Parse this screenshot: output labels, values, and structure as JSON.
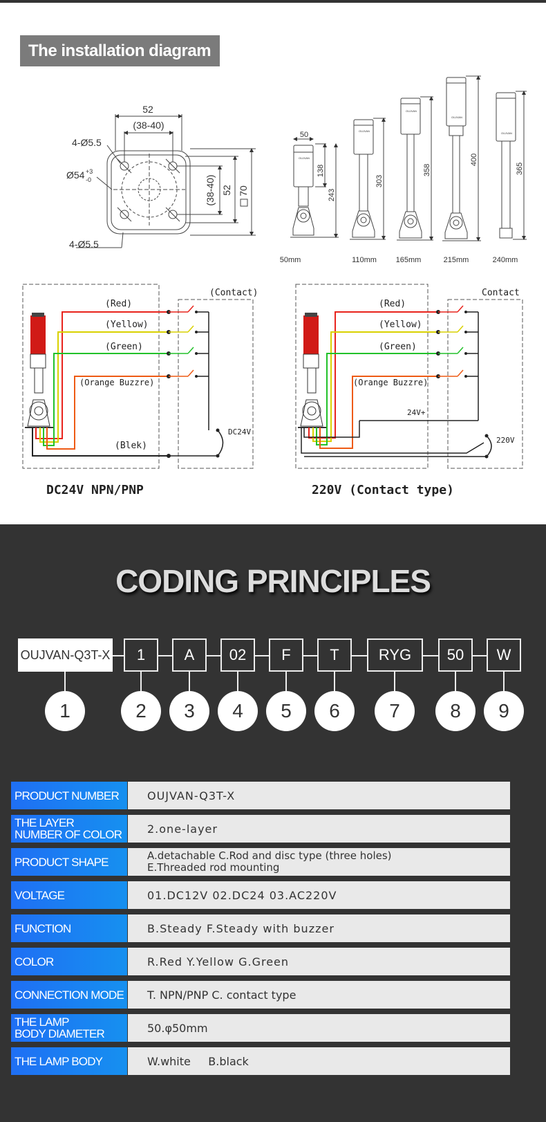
{
  "install": {
    "title": "The installation diagram",
    "base": {
      "d52": "52",
      "d3840": "(38-40)",
      "hole_top": "4-Ø5.5",
      "hole_bot": "4-Ø5.5",
      "phi": "Ø54",
      "tol_plus": "+3",
      "tol_minus": "-0",
      "side_3840": "(38-40)",
      "side_52": "52",
      "side_70": "70"
    },
    "lamps": {
      "w50": "50",
      "h138": "138",
      "h243": "243",
      "h303": "303",
      "h358": "358",
      "h400": "400",
      "h365": "365",
      "sizes": [
        "50mm",
        "110mm",
        "165mm",
        "215mm",
        "240mm"
      ]
    },
    "wiring_left": {
      "contact": "(Contact)",
      "red": "(Red)",
      "yellow": "(Yellow)",
      "green": "(Green)",
      "orange": "(Orange Buzzre)",
      "black": "(Blek)",
      "supply": "DC24V",
      "caption": "DC24V  NPN/PNP"
    },
    "wiring_right": {
      "contact": "Contact",
      "red": "(Red)",
      "yellow": "(Yellow)",
      "green": "(Green)",
      "orange": "(Orange Buzzre)",
      "plus": "24V+",
      "supply": "220V",
      "caption": "220V (Contact type)"
    }
  },
  "coding": {
    "heading": "CODING PRINCIPLES",
    "codes": [
      "OUJVAN-Q3T-X",
      "1",
      "A",
      "02",
      "F",
      "T",
      "RYG",
      "50",
      "W"
    ],
    "numbers": [
      "1",
      "2",
      "3",
      "4",
      "5",
      "6",
      "7",
      "8",
      "9"
    ]
  },
  "table": [
    {
      "label": "PRODUCT NUMBER",
      "value": "OUJVAN-Q3T-X"
    },
    {
      "label": "THE LAYER\nNUMBER OF COLOR",
      "value": "2.one-layer"
    },
    {
      "label": "PRODUCT SHAPE",
      "value": "A.detachable  C.Rod and disc type (three holes)\nE.Threaded rod mounting"
    },
    {
      "label": "VOLTAGE",
      "value": "01.DC12V  02.DC24 03.AC220V"
    },
    {
      "label": "FUNCTION",
      "value": "B.Steady F.Steady with buzzer"
    },
    {
      "label": "COLOR",
      "value": "R.Red Y.Yellow G.Green"
    },
    {
      "label": "CONNECTION MODE",
      "value": "T. NPN/PNP   C. contact type"
    },
    {
      "label": "THE LAMP\nBODY DIAMETER",
      "value": "50.φ50mm"
    },
    {
      "label": "THE LAMP BODY",
      "value": "W.white     B.black"
    }
  ],
  "colors": {
    "red": "#e8231c",
    "yellow": "#d9d100",
    "green": "#22c12a",
    "orange": "#ee5a14",
    "blue": "#1f6ff4"
  }
}
